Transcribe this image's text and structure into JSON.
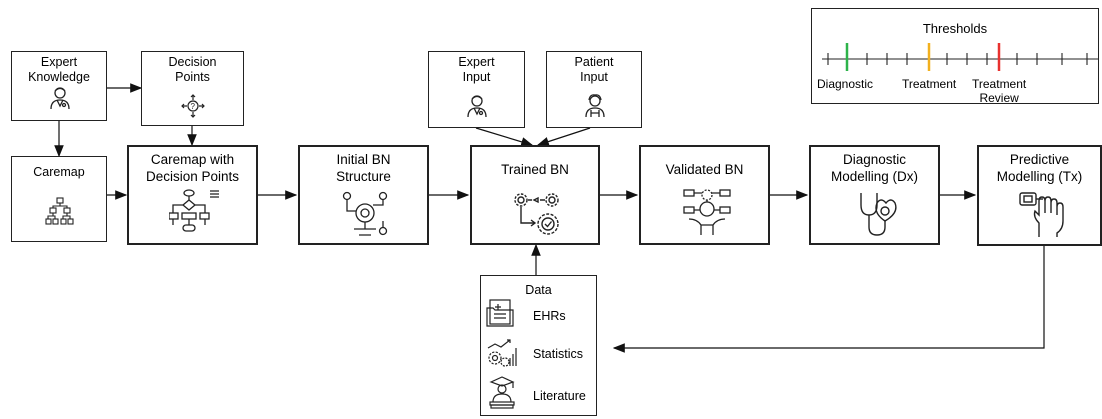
{
  "boxes": {
    "expert_knowledge": "Expert\nKnowledge",
    "decision_points": "Decision\nPoints",
    "caremap": "Caremap",
    "caremap_decision": "Caremap with\nDecision Points",
    "initial_bn": "Initial BN\nStructure",
    "trained_bn": "Trained BN",
    "validated_bn": "Validated BN",
    "diagnostic": "Diagnostic\nModelling (Dx)",
    "predictive": "Predictive\nModelling (Tx)",
    "expert_input": "Expert\nInput",
    "patient_input": "Patient\nInput"
  },
  "data_box": {
    "title": "Data",
    "items": [
      "EHRs",
      "Statistics",
      "Literature"
    ]
  },
  "thresholds": {
    "title": "Thresholds",
    "labels": [
      "Diagnostic",
      "Treatment",
      "Treatment\nReview"
    ],
    "colors": [
      "#2db34a",
      "#f2b01e",
      "#e8312f"
    ]
  }
}
